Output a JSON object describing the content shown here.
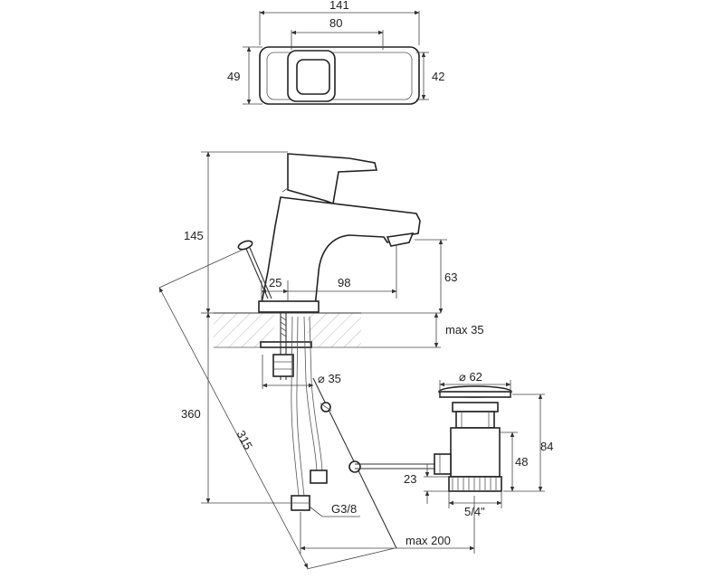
{
  "labels": {
    "top_width": "141",
    "top_handle_width": "80",
    "top_left_height": "49",
    "top_right_height": "42",
    "height_145": "145",
    "dim_25": "25",
    "dim_98": "98",
    "dim_63": "63",
    "max_35": "max 35",
    "dia_35": "⌀ 35",
    "height_360": "360",
    "diag_315": "315",
    "dia_62": "⌀ 62",
    "dim_84": "84",
    "dim_48": "48",
    "dim_23": "23",
    "thread_g38": "G3/8",
    "thread_54": "5/4\"",
    "max_200": "max 200"
  }
}
